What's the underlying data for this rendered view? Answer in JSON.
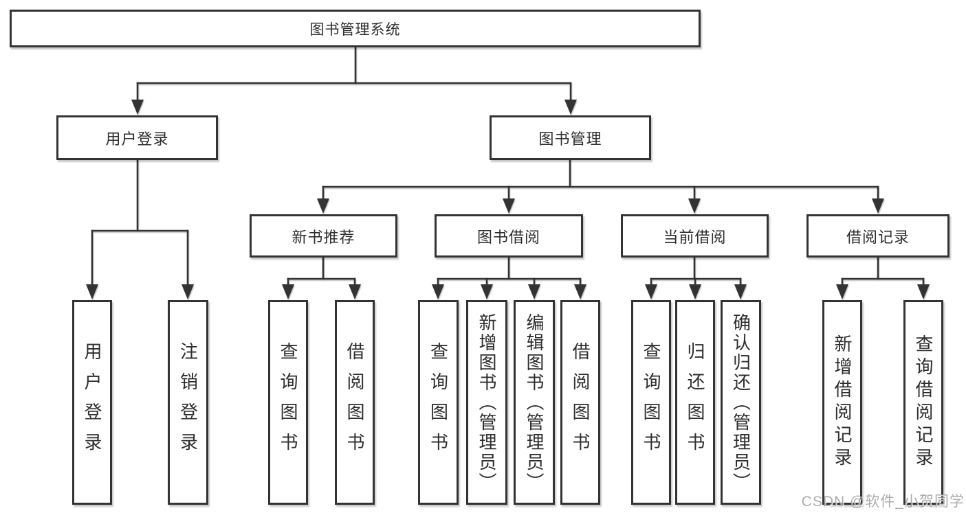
{
  "diagram": {
    "title": "图书管理系统",
    "children": [
      {
        "label": "用户登录",
        "children": [
          {
            "label": "用户登录"
          },
          {
            "label": "注销登录"
          }
        ]
      },
      {
        "label": "图书管理",
        "children": [
          {
            "label": "新书推荐",
            "children": [
              {
                "label": "查询图书"
              },
              {
                "label": "借阅图书"
              }
            ]
          },
          {
            "label": "图书借阅",
            "children": [
              {
                "label": "查询图书"
              },
              {
                "label": "新增图书（管理员）"
              },
              {
                "label": "编辑图书（管理员）"
              },
              {
                "label": "借阅图书"
              }
            ]
          },
          {
            "label": "当前借阅",
            "children": [
              {
                "label": "查询图书"
              },
              {
                "label": "归还图书"
              },
              {
                "label": "确认归还（管理员）"
              }
            ]
          },
          {
            "label": "借阅记录",
            "children": [
              {
                "label": "新增借阅记录"
              },
              {
                "label": "查询借阅记录"
              }
            ]
          }
        ]
      }
    ]
  },
  "watermark": {
    "text": "CSDN @软件_小贺同学"
  },
  "colors": {
    "line": "#333333",
    "box_border": "#333333",
    "box_background": "#ffffff",
    "text": "#2d2d2d",
    "watermark": "#969696"
  }
}
